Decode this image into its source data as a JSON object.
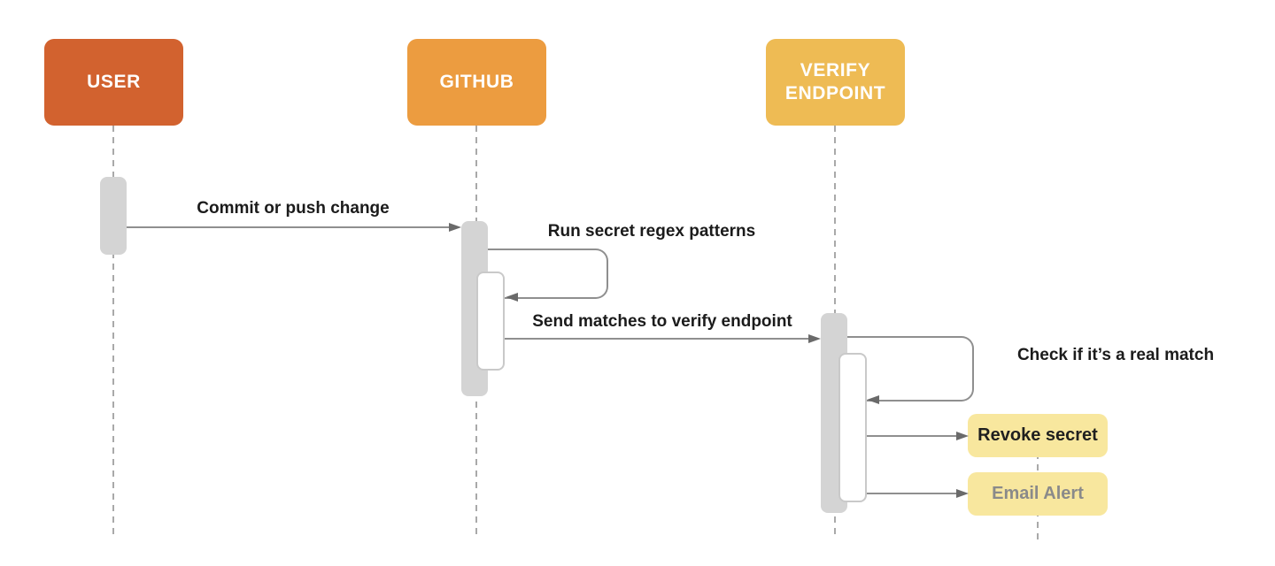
{
  "actors": {
    "user": {
      "label": "USER"
    },
    "github": {
      "label": "GITHUB"
    },
    "verify": {
      "label": "VERIFY ENDPOINT"
    }
  },
  "messages": {
    "commit": {
      "label": "Commit or push change",
      "from": "USER",
      "to": "GITHUB"
    },
    "run_regex": {
      "label": "Run secret regex patterns",
      "type": "self-call on GITHUB"
    },
    "send_matches": {
      "label": "Send matches to verify endpoint",
      "from": "GITHUB",
      "to": "VERIFY ENDPOINT"
    },
    "check_match": {
      "label": "Check if it’s a real match",
      "type": "self-call on VERIFY ENDPOINT"
    }
  },
  "notes": {
    "revoke": {
      "label": "Revoke secret"
    },
    "email": {
      "label": "Email Alert"
    }
  },
  "colors": {
    "user_box": "#d2622f",
    "github_box": "#ec9c40",
    "verify_box": "#eebb54",
    "note_box": "#f8e79e",
    "activation_bar": "#d4d4d4",
    "nested_bar_border": "#c9c9c9",
    "message_line": "#8f8f8f",
    "arrowhead": "#6a6a6a",
    "lifeline": "#a9a9a9",
    "header_text": "#ffffff",
    "message_text": "#1b1b1b",
    "email_note_text": "#8a8a8a"
  }
}
